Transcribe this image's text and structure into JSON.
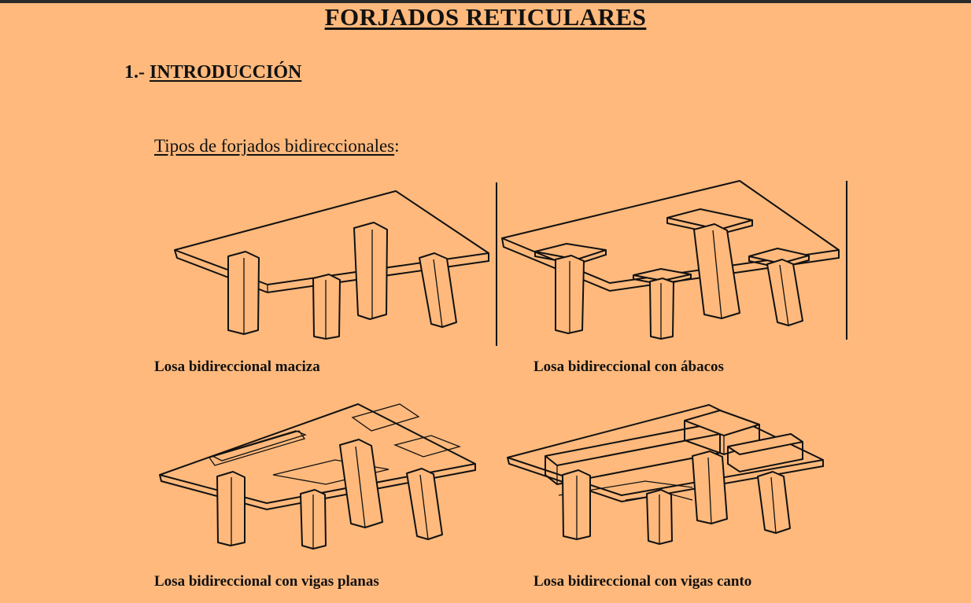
{
  "document": {
    "title": "FORJADOS RETICULARES",
    "section": {
      "number": "1.-",
      "title": "INTRODUCCIÓN"
    },
    "subheading": {
      "text": "Tipos de forjados bidireccionales",
      "suffix": ":"
    },
    "figures": [
      {
        "caption": "Losa bidireccional maciza"
      },
      {
        "caption": "Losa bidireccional con ábacos"
      },
      {
        "caption": "Losa bidireccional con vigas planas"
      },
      {
        "caption": "Losa bidireccional con vigas canto"
      }
    ]
  },
  "colors": {
    "background": "#ffb97c",
    "ink": "#111111"
  }
}
